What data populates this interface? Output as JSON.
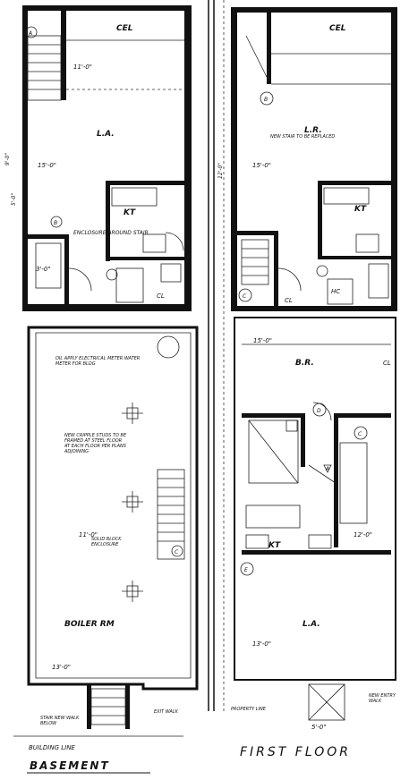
{
  "titles": {
    "basement": "BASEMENT",
    "first_floor": "FIRST FLOOR",
    "building_line": "BUILDING LINE"
  },
  "basement": {
    "upper": {
      "cel": "CEL",
      "la": "L.A.",
      "kt": "KT",
      "cl": "CL",
      "enclosure": "ENCLOSURE AROUND STAIR",
      "dim_width": "15'-0\"",
      "dim_side_a": "9'-0\"",
      "dim_side_b": "5'-0\"",
      "dim_stair": "11'-0\"",
      "dim_lower": "3'-0\""
    },
    "lower": {
      "boiler_rm": "BOILER RM",
      "note_1": "OIL APPLY ELECTRICAL METER WATER METER FOR BLDG",
      "note_2": "NEW CRIPPLE STUDS TO BE FRAMED AT STEEL FLOOR AT EACH FLOOR PER PLANS ADJOINING",
      "note_3": "SOLID BLOCK ENCLOSURE",
      "dim_width": "13'-0\"",
      "dim_mid": "11'-0\"",
      "exit": "EXIT WALK",
      "exit_left": "STAIR NEW WALK BELOW"
    }
  },
  "first_floor": {
    "upper": {
      "cel": "CEL",
      "lr": "L.R.",
      "note": "NEW STAIR TO BE REPLACED",
      "kt": "KT",
      "cl": "CL",
      "hc": "HC",
      "dim_width": "15'-0\"",
      "dim_side": "12'-0\""
    },
    "lower": {
      "br": "B.R.",
      "cl": "CL",
      "kt": "KT",
      "la": "L.A.",
      "dim_width": "15'-0\"",
      "dim_lower": "13'-0\"",
      "dim_porch": "12'-0\"",
      "property_line": "PROPERTY LINE",
      "entry": "NEW ENTRY WALK",
      "dim_bottom": "5'-0\""
    }
  },
  "markers": [
    "A",
    "B",
    "C",
    "D",
    "E"
  ]
}
